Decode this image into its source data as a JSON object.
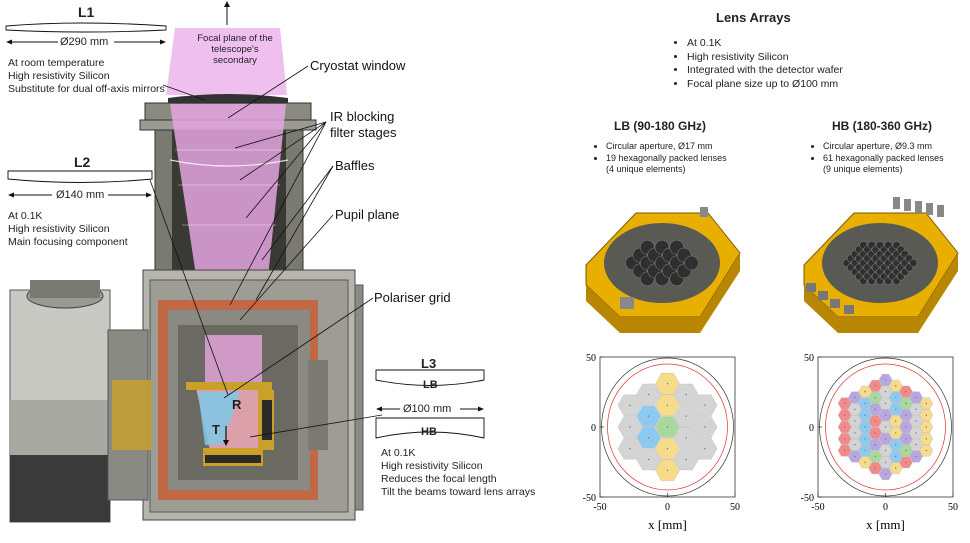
{
  "left": {
    "l1": {
      "title": "L1",
      "dim": "Ø290 mm",
      "lines": [
        "At room temperature",
        "High resistivity Silicon",
        "Substitute for dual off-axis mirrors"
      ]
    },
    "l2": {
      "title": "L2",
      "dim": "Ø140 mm",
      "lines": [
        "At 0.1K",
        "High resistivity Silicon",
        "Main focusing component"
      ]
    },
    "l3": {
      "title": "L3",
      "lb": "LB",
      "dim": "Ø100 mm",
      "hb": "HB",
      "lines": [
        "At 0.1K",
        "High resistivity Silicon",
        "Reduces the focal length",
        "Tilt the beams toward lens arrays"
      ]
    },
    "focal_plane_note": [
      "Focal plane of the",
      "telescope's",
      "secondary"
    ],
    "callouts": {
      "cryostat": "Cryostat window",
      "ir": "IR blocking",
      "ir2": "filter stages",
      "baffles": "Baffles",
      "pupil": "Pupil plane",
      "polariser": "Polariser grid"
    },
    "beam_r": "R",
    "beam_t": "T"
  },
  "right": {
    "title": "Lens Arrays",
    "bullets": [
      "At 0.1K",
      "High resistivity Silicon",
      "Integrated with the detector wafer",
      "Focal plane size up to Ø100 mm"
    ],
    "lb": {
      "title": "LB (90-180 GHz)",
      "bullets": [
        "Circular aperture,  Ø17 mm",
        "19 hexagonally packed lenses",
        "(4 unique elements)"
      ]
    },
    "hb": {
      "title": "HB (180-360 GHz)",
      "bullets": [
        "Circular aperture,  Ø9.3 mm",
        "61 hexagonally packed lenses",
        "(9 unique elements)"
      ]
    },
    "plot_lb": {
      "ytop": "50",
      "ymid": "0",
      "ybot": "-50",
      "xl": "-50",
      "xm": "0",
      "xr": "50",
      "xlabel": "x [mm]"
    },
    "plot_hb": {
      "ytop": "50",
      "ymid": "0",
      "ybot": "-50",
      "xl": "-50",
      "xm": "0",
      "xr": "50",
      "xlabel": "x [mm]"
    }
  },
  "colors": {
    "pink": "#e9b3e6",
    "gold": "#f0b800",
    "blue": "#8ecaef",
    "yellow": "#f6dc8a",
    "gray": "#d4d4d4",
    "green": "#a9d79c",
    "red": "#f28a8a",
    "purple": "#b8a6e0"
  }
}
